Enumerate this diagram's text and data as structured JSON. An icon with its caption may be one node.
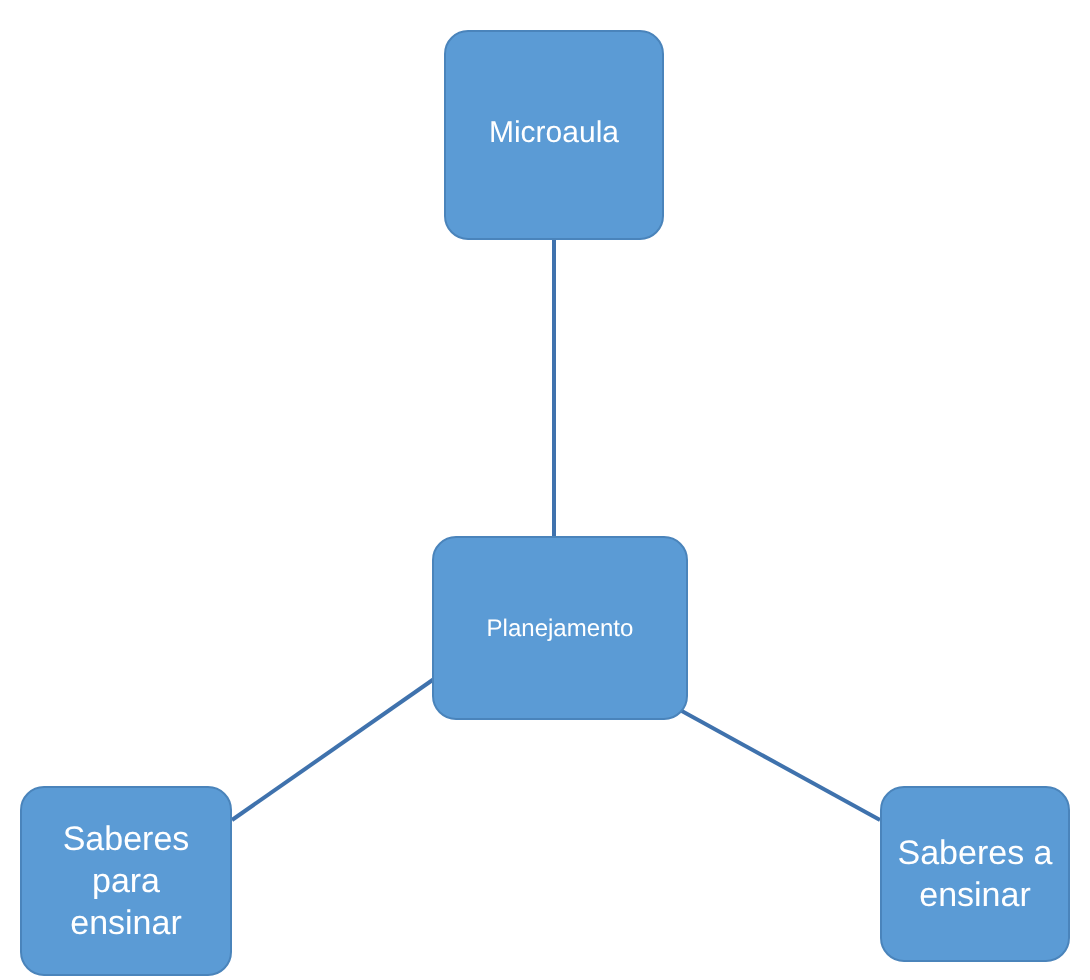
{
  "diagram": {
    "nodes": [
      {
        "text": [
          "Microaula"
        ]
      },
      {
        "text": [
          "Planejamento"
        ]
      },
      {
        "text": [
          "Saberes para ensinar"
        ]
      },
      {
        "text": [
          "Saberes a ensinar"
        ]
      }
    ],
    "edges": [
      {
        "from": 0,
        "to": 1,
        "arrow": "none"
      },
      {
        "from": 1,
        "to": 2,
        "arrow": "none"
      },
      {
        "from": 1,
        "to": 3,
        "arrow": "none"
      }
    ]
  }
}
